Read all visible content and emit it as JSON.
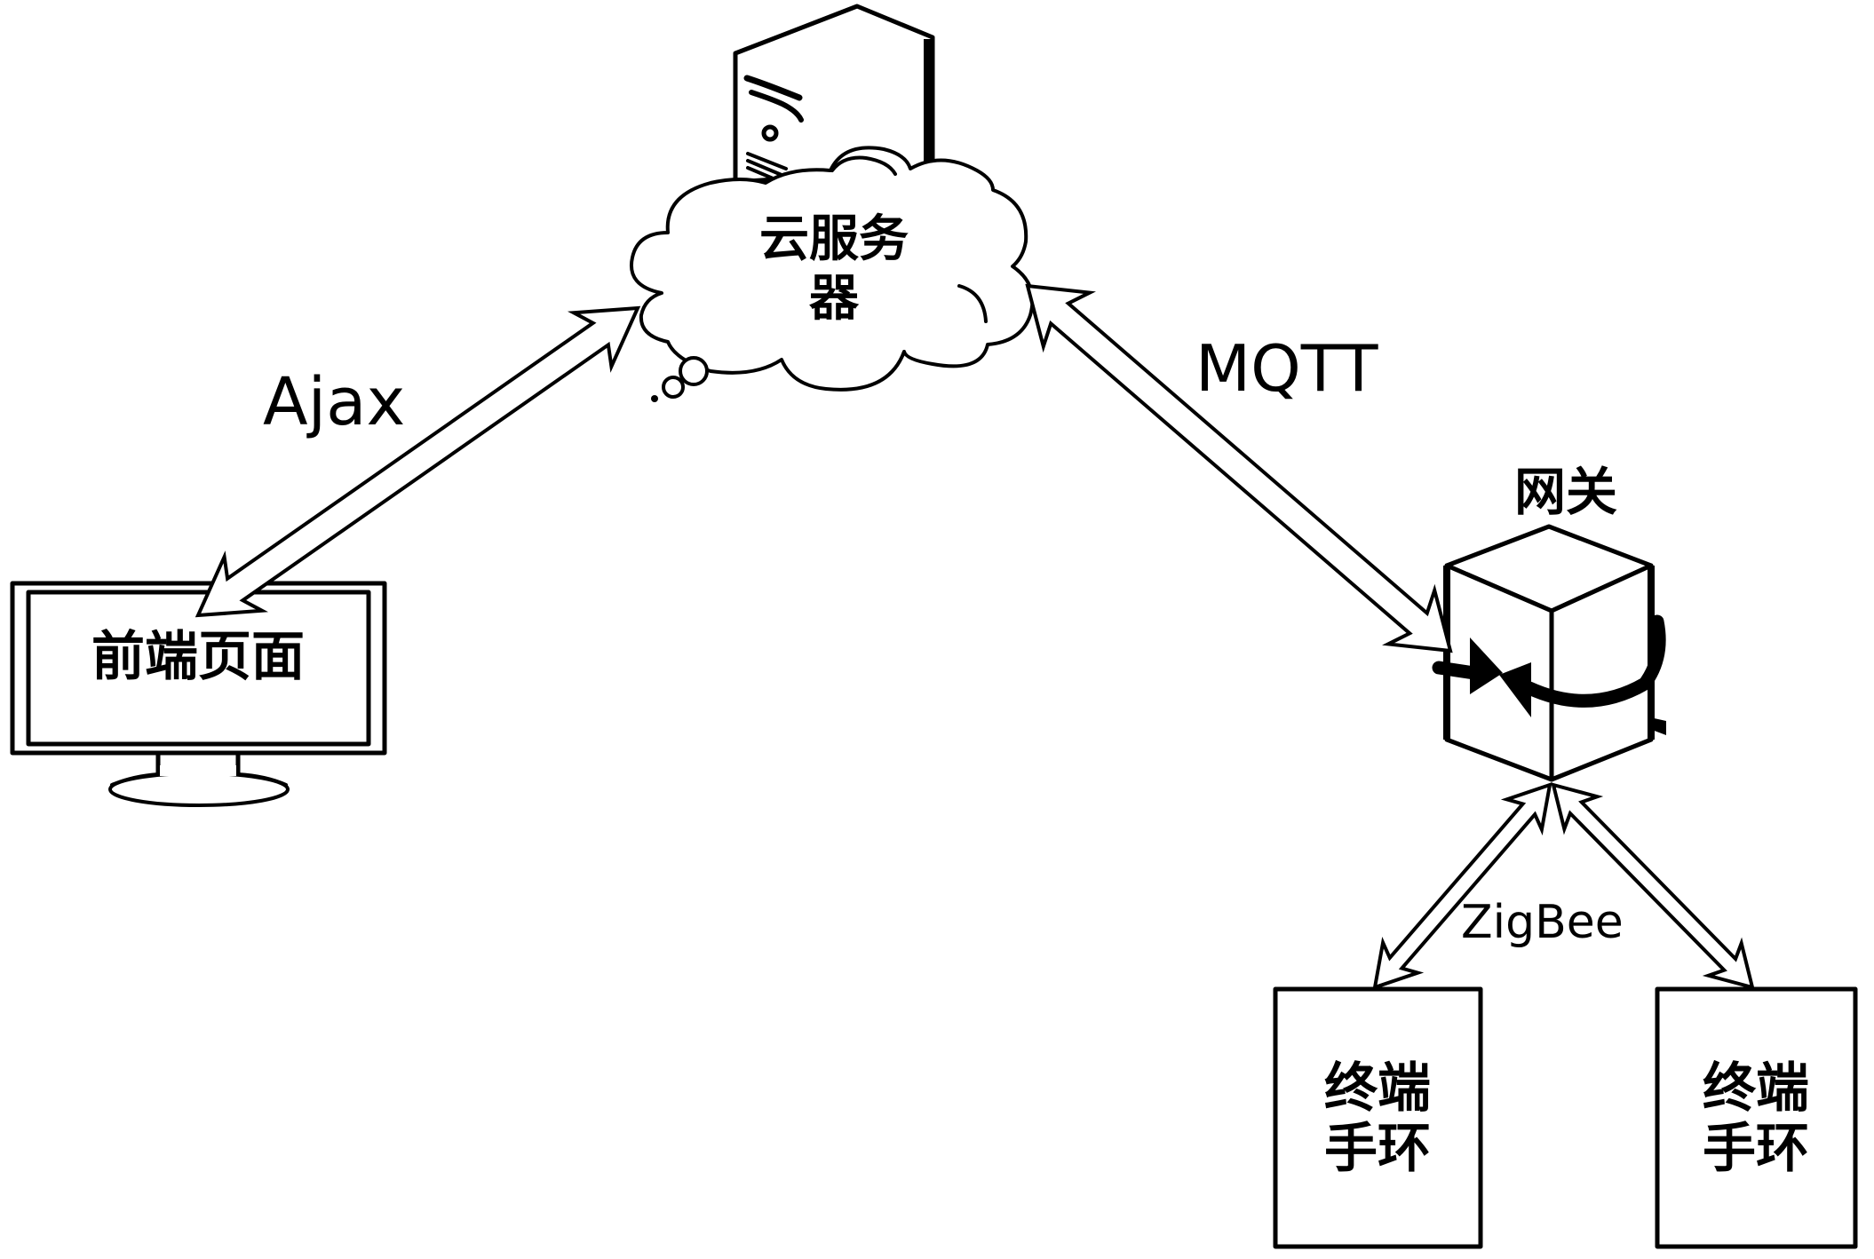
{
  "diagram": {
    "title": "",
    "nodes": {
      "cloud_server": {
        "label_line1": "云服务",
        "label_line2": "器",
        "icon": "server-in-cloud-icon"
      },
      "frontend": {
        "label": "前端页面",
        "icon": "monitor-icon"
      },
      "gateway": {
        "label": "网关",
        "icon": "gateway-cube-icon"
      },
      "terminal_left": {
        "label_line1": "终端",
        "label_line2": "手环"
      },
      "terminal_right": {
        "label_line1": "终端",
        "label_line2": "手环"
      }
    },
    "edges": [
      {
        "from": "frontend",
        "to": "cloud_server",
        "label": "Ajax",
        "direction": "bidirectional"
      },
      {
        "from": "cloud_server",
        "to": "gateway",
        "label": "MQTT",
        "direction": "bidirectional"
      },
      {
        "from": "gateway",
        "to": "terminal_left",
        "label": "ZigBee",
        "direction": "bidirectional"
      },
      {
        "from": "gateway",
        "to": "terminal_right",
        "label": "ZigBee",
        "direction": "bidirectional"
      }
    ],
    "colors": {
      "ink": "#000000",
      "background": "#ffffff"
    }
  }
}
